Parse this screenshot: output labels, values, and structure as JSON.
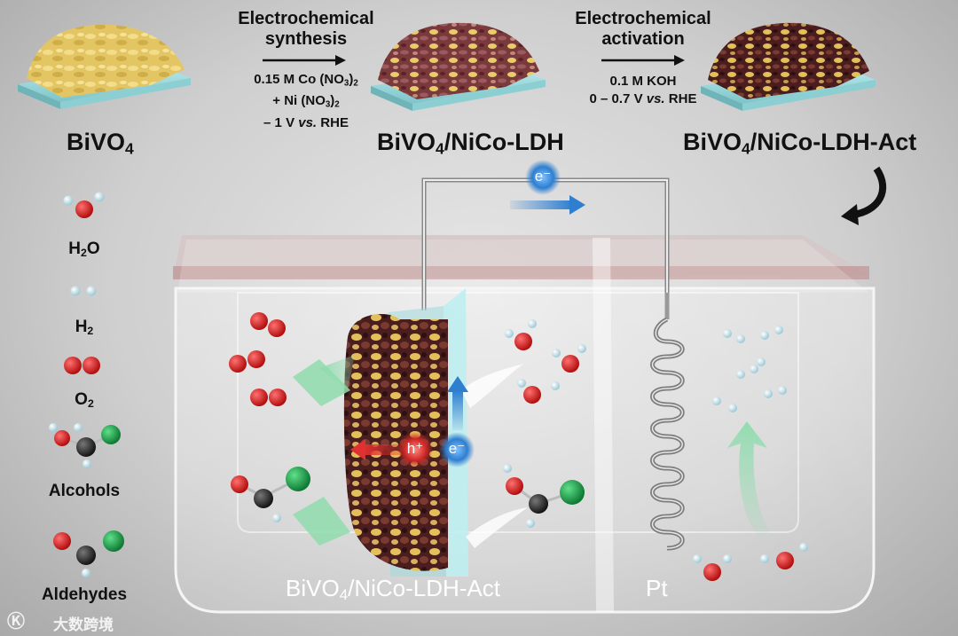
{
  "steps": {
    "step1_title_line1": "Electrochemical",
    "step1_title_line2": "synthesis",
    "step1_cond1_pre": "0.15 M Co (NO",
    "step1_cond1_sub": "3",
    "step1_cond1_post": ")",
    "step1_cond1_sub2": "2",
    "step1_cond2_pre": "+ Ni (NO",
    "step1_cond2_sub": "3",
    "step1_cond2_post": ")",
    "step1_cond2_sub2": "2",
    "step1_cond3_pre": "– 1 V ",
    "step1_cond3_it": "vs.",
    "step1_cond3_post": " RHE",
    "step2_title_line1": "Electrochemical",
    "step2_title_line2": "activation",
    "step2_cond1": "0.1 M KOH",
    "step2_cond2_pre": "0 – 0.7 V ",
    "step2_cond2_it": "vs.",
    "step2_cond2_post": " RHE"
  },
  "materials": {
    "m1_pre": "BiVO",
    "m1_sub": "4",
    "m2_pre": "BiVO",
    "m2_sub": "4",
    "m2_post": "/NiCo-LDH",
    "m3_pre": "BiVO",
    "m3_sub": "4",
    "m3_post": "/NiCo-LDH-Act"
  },
  "legend": {
    "water_pre": "H",
    "water_sub": "2",
    "water_post": "O",
    "hydrogen_pre": "H",
    "hydrogen_sub": "2",
    "oxygen_pre": "O",
    "oxygen_sub": "2",
    "alcohols": "Alcohols",
    "aldehydes": "Aldehydes"
  },
  "cell": {
    "electron_top": "e⁻",
    "hole": "h⁺",
    "electron_electrode": "e⁻",
    "anode_pre": "BiVO",
    "anode_sub": "4",
    "anode_post": "/NiCo-LDH-Act",
    "cathode": "Pt"
  },
  "watermark": "大数跨境",
  "colors": {
    "oxygen_atom": "#d11a1a",
    "hydrogen_atom": "#e8f4f8",
    "carbon_atom": "#2a2a2a",
    "chlorine_like_atom": "#1fa34a",
    "substrate": "#9fd9dc",
    "catalyst_yellow": "#e8cd6a",
    "catalyst_purple": "#6b2a30",
    "arrow_green": "#8fdcae",
    "electron_blue": "#2f7fd0",
    "hole_red": "#e03030"
  }
}
